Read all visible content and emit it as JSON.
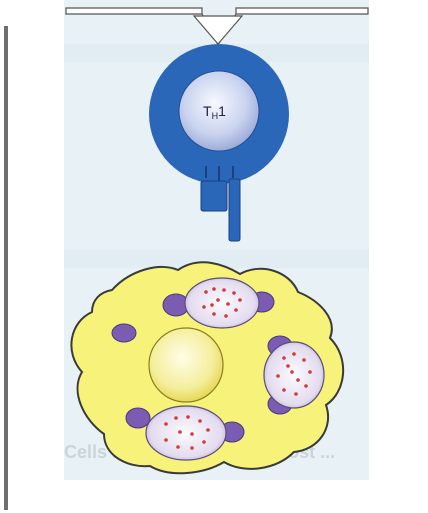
{
  "cell": {
    "label": "T",
    "subscript": "H",
    "suffix": "1"
  },
  "background_text": "Cells ... secrete ... and ... host ..."
}
